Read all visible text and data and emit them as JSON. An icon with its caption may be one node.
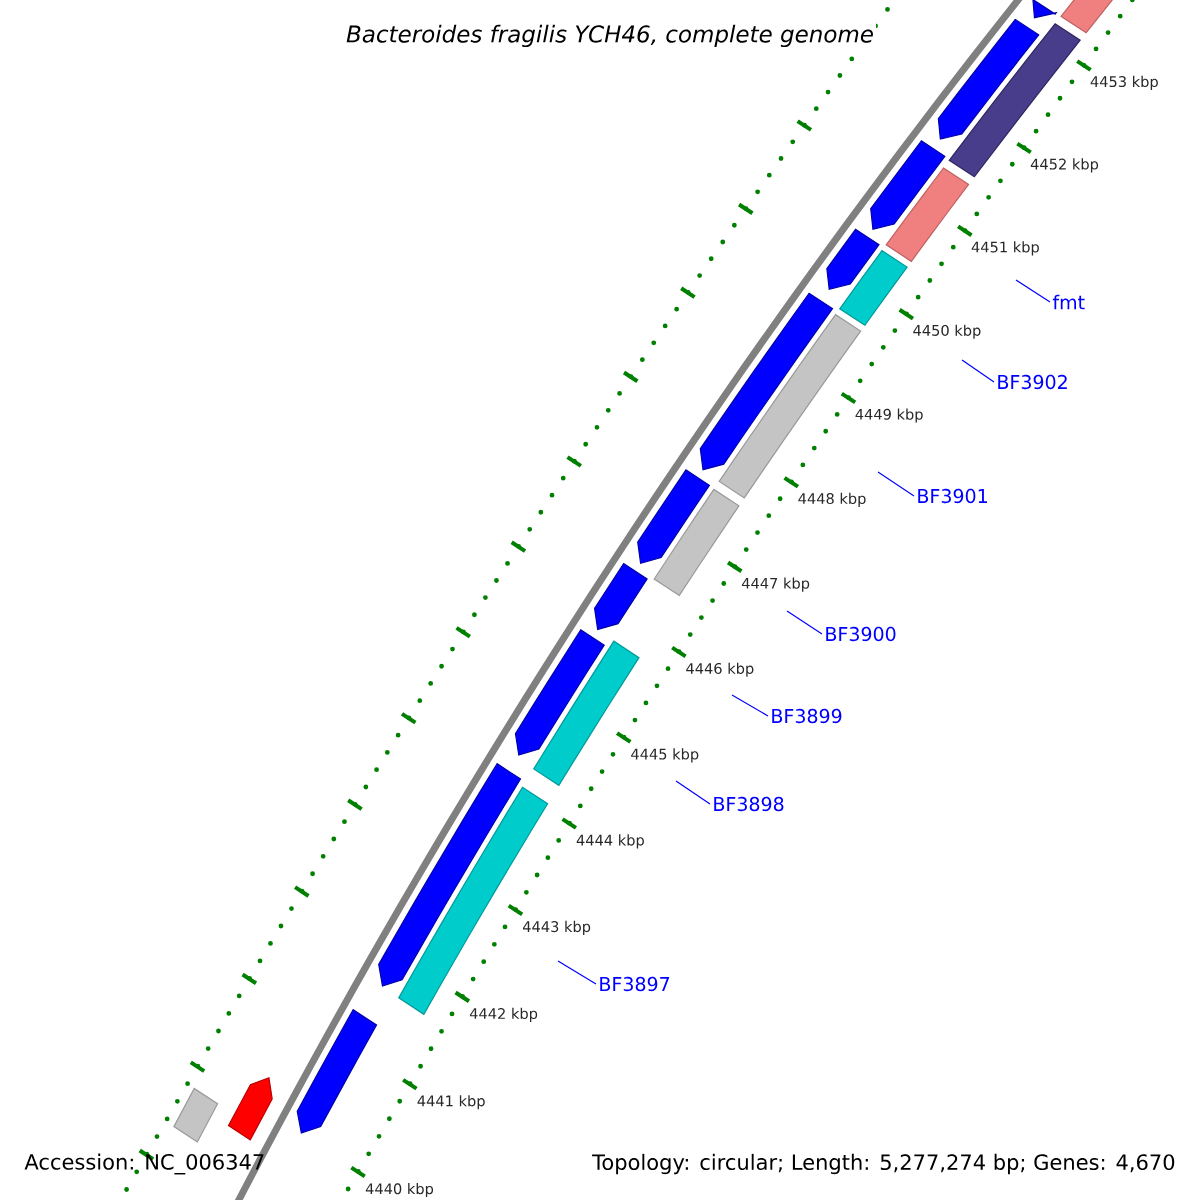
{
  "diagram": {
    "title": "Bacteroides fragilis YCH46, complete genome",
    "nodes": [
      {
        "text": [
          "fmt"
        ]
      },
      {
        "text": [
          "BF3902"
        ]
      },
      {
        "text": [
          "BF3901"
        ]
      },
      {
        "text": [
          "BF3900"
        ]
      },
      {
        "text": [
          "BF3899"
        ]
      },
      {
        "text": [
          "BF3898"
        ]
      },
      {
        "text": [
          "BF3897"
        ]
      },
      {
        "text": [],
        "shape": "pentagon"
      },
      {
        "text": [],
        "shape": "pentagon"
      },
      {
        "text": [],
        "shape": "pentagon"
      },
      {
        "text": [],
        "shape": "pentagon"
      },
      {
        "text": [],
        "shape": "pentagon"
      },
      {
        "text": [],
        "shape": "pentagon"
      },
      {
        "text": [],
        "shape": "pentagon"
      },
      {
        "text": [],
        "shape": "pentagon"
      },
      {
        "text": [],
        "shape": "pentagon"
      },
      {
        "text": [],
        "shape": "pentagon"
      },
      {
        "text": [],
        "shape": "bar"
      },
      {
        "text": [],
        "shape": "bar"
      },
      {
        "text": [],
        "shape": "bar"
      },
      {
        "text": [],
        "shape": "bar"
      },
      {
        "text": [],
        "shape": "bar"
      },
      {
        "text": [],
        "shape": "bar"
      },
      {
        "text": [],
        "shape": "bar"
      },
      {
        "text": [],
        "shape": "bar"
      },
      {
        "text": [],
        "shape": "pentagon"
      },
      {
        "text": [],
        "shape": "bar"
      }
    ],
    "edges": [
      {
        "from": 0,
        "to": null,
        "arrow": "none"
      },
      {
        "from": 1,
        "to": null,
        "arrow": "none"
      },
      {
        "from": 2,
        "to": null,
        "arrow": "none"
      },
      {
        "from": 3,
        "to": null,
        "arrow": "none"
      },
      {
        "from": 4,
        "to": null,
        "arrow": "none"
      },
      {
        "from": 5,
        "to": null,
        "arrow": "none"
      },
      {
        "from": 6,
        "to": null,
        "arrow": "none"
      }
    ],
    "labels": [
      "4453 kbp",
      "4452 kbp",
      "4451 kbp",
      "4450 kbp",
      "4449 kbp",
      "4448 kbp",
      "4447 kbp",
      "4446 kbp",
      "4445 kbp",
      "4444 kbp",
      "4443 kbp",
      "4442 kbp",
      "4441 kbp",
      "4440 kbp",
      "Accession: NC_006347",
      "Topology: circular; Length: 5,277,274 bp; Genes: 4,670"
    ]
  }
}
